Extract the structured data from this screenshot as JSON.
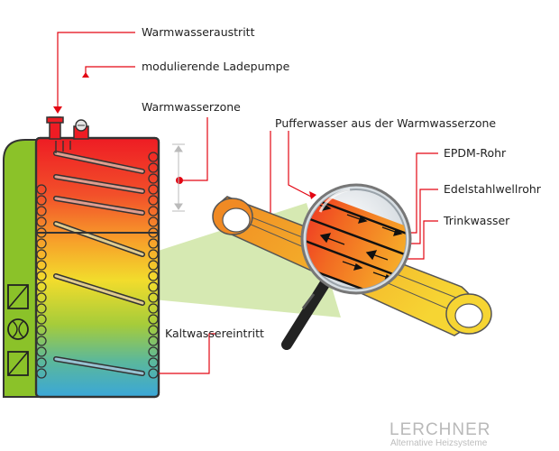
{
  "labels": {
    "warmwater_outlet": "Warmwasseraustritt",
    "modulating_pump": "modulierende Ladepumpe",
    "warmwater_zone": "Warmwasserzone",
    "buffer_water": "Pufferwasser aus der Warmwasserzone",
    "epdm_pipe": "EPDM-Rohr",
    "stainless_pipe": "Edelstahlwellrohr",
    "drinking_water": "Trinkwasser",
    "coldwater_inlet": "Kaltwassereintritt"
  },
  "brand": {
    "name": "LERCHNER",
    "tagline": "Alternative Heizsysteme"
  },
  "colors": {
    "callout": "#e30613",
    "panel_green": "#8bc229",
    "tube_orange": "#f08a24",
    "tube_yellow": "#f6d533",
    "hot": "#ee1c24",
    "cold": "#3aa7d8",
    "beam": "#cfe5a4"
  }
}
